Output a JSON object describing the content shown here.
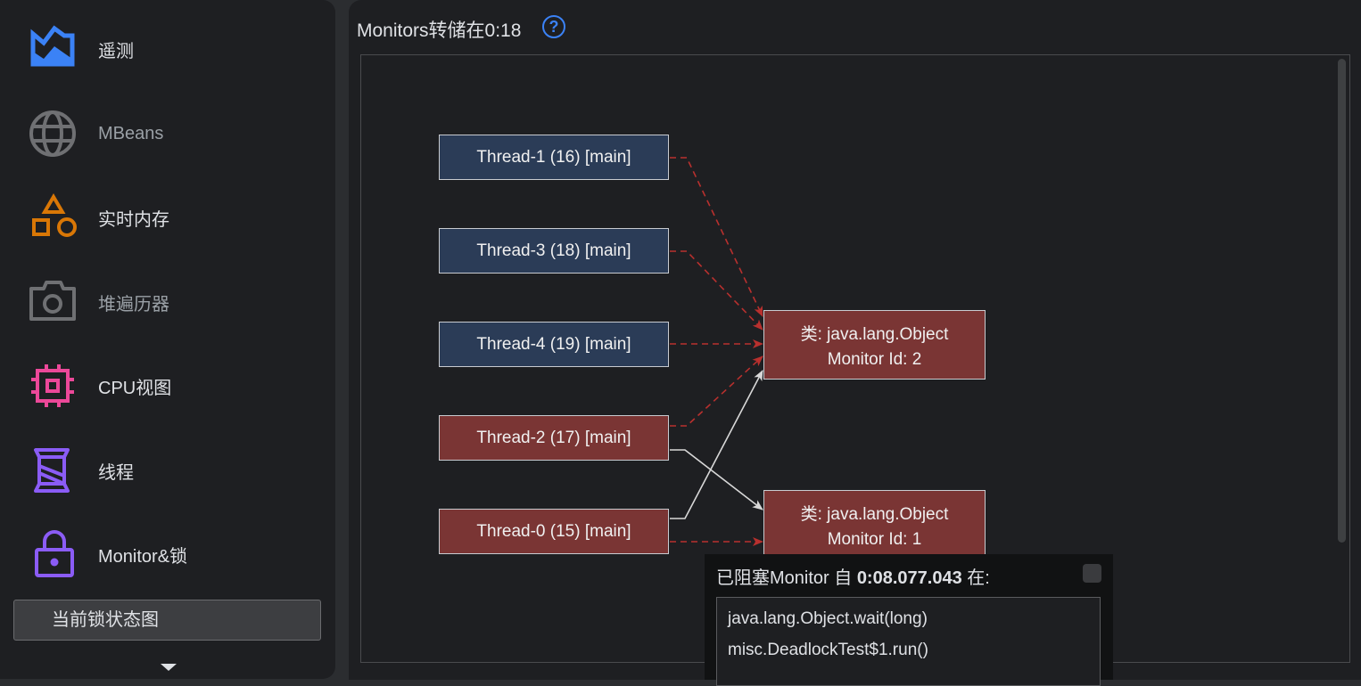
{
  "sidebar": {
    "items": [
      {
        "label": "遥测",
        "icon": "telemetry-icon",
        "color": "#3b82f6"
      },
      {
        "label": "MBeans",
        "icon": "globe-icon",
        "color": "#6f7073"
      },
      {
        "label": "实时内存",
        "icon": "shapes-icon",
        "color": "#d97706"
      },
      {
        "label": "堆遍历器",
        "icon": "camera-icon",
        "color": "#6f7073"
      },
      {
        "label": "CPU视图",
        "icon": "cpu-icon",
        "color": "#ec4899"
      },
      {
        "label": "线程",
        "icon": "spool-icon",
        "color": "#8b5cf6"
      },
      {
        "label": "Monitor&锁",
        "icon": "lock-icon",
        "color": "#8b5cf6"
      }
    ],
    "sub_item": "当前锁状态图"
  },
  "header": {
    "title": "Monitors转储在0:18",
    "help": "?"
  },
  "graph": {
    "threads": [
      {
        "label": "Thread-1 (16) [main]",
        "state": "waiting"
      },
      {
        "label": "Thread-3 (18) [main]",
        "state": "waiting"
      },
      {
        "label": "Thread-4 (19) [main]",
        "state": "waiting"
      },
      {
        "label": "Thread-2 (17) [main]",
        "state": "deadlocked"
      },
      {
        "label": "Thread-0 (15) [main]",
        "state": "deadlocked"
      }
    ],
    "monitors": [
      {
        "class": "类: java.lang.Object",
        "id": "Monitor Id: 2"
      },
      {
        "class": "类: java.lang.Object",
        "id": "Monitor Id: 1"
      }
    ]
  },
  "popup": {
    "prefix": "已阻塞Monitor 自",
    "time": "0:08.077.043",
    "suffix": "在:",
    "stack": [
      "java.lang.Object.wait(long)",
      "misc.DeadlockTest$1.run()"
    ]
  }
}
